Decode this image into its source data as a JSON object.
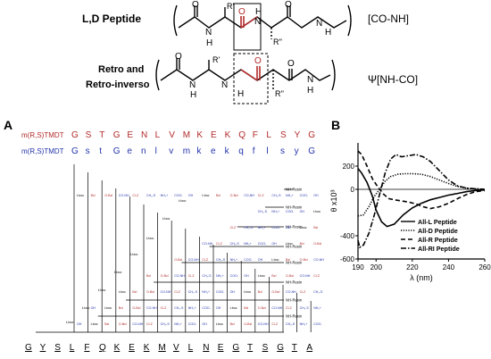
{
  "top": {
    "row1_label": "L,D Peptide",
    "row1_tag": "[CO-NH]",
    "row2_label_line1": "Retro and",
    "row2_label_line2": "Retro-inverso",
    "row2_tag": "Ψ[NH-CO]",
    "atoms": {
      "O": "O",
      "N": "N",
      "H": "H",
      "R1": "R'",
      "R2": "R''"
    }
  },
  "panelA": {
    "label": "A",
    "seq_top_prefix": "m(R,S)TMDT",
    "seq_top": [
      "G",
      "S",
      "T",
      "G",
      "E",
      "N",
      "L",
      "V",
      "M",
      "K",
      "E",
      "K",
      "Q",
      "F",
      "L",
      "S",
      "Y",
      "G"
    ],
    "seq_mid_prefix": "m(R,S)TMDT",
    "seq_mid": [
      "G",
      "s",
      "t",
      "G",
      "e",
      "n",
      "l",
      "v",
      "m",
      "k",
      "e",
      "k",
      "q",
      "f",
      "l",
      "s",
      "y",
      "G"
    ],
    "seq_bottom": [
      "G",
      "Y",
      "S",
      "L",
      "F",
      "Q",
      "K",
      "E",
      "K",
      "M",
      "V",
      "L",
      "N",
      "E",
      "G",
      "T",
      "S",
      "G",
      "T",
      "A"
    ],
    "resin_label": "NH-Resin",
    "chem_labels": [
      "t-boc",
      "Bzl",
      "O-Bzl",
      "CO-NH",
      "Cl-Z",
      "CH₂-S",
      "NH₂+",
      "COO-",
      "OH"
    ],
    "colors": {
      "red": "#b22a2a",
      "blue": "#2233aa",
      "brown": "#8a5a1a"
    }
  },
  "panelB": {
    "label": "B",
    "chart_data": {
      "type": "line",
      "xlabel": "λ (nm)",
      "ylabel": "θ x10³",
      "xlim": [
        190,
        260
      ],
      "ylim": [
        -600,
        400
      ],
      "xticks": [
        190,
        200,
        220,
        240,
        260
      ],
      "yticks": [
        -600,
        -400,
        0,
        200
      ],
      "legend_position": "inside-lower-right",
      "series": [
        {
          "name": "All-L Peptide",
          "style": "solid",
          "x": [
            190,
            192,
            195,
            198,
            200,
            203,
            206,
            210,
            215,
            220,
            225,
            230,
            235,
            240,
            245,
            250,
            255,
            260
          ],
          "y": [
            180,
            140,
            60,
            -60,
            -180,
            -280,
            -320,
            -300,
            -220,
            -160,
            -120,
            -90,
            -70,
            -50,
            -35,
            -20,
            -10,
            -5
          ]
        },
        {
          "name": "All-D Peptide",
          "style": "dotted",
          "x": [
            190,
            193,
            196,
            199,
            202,
            205,
            208,
            212,
            216,
            220,
            225,
            230,
            235,
            240,
            245,
            250,
            255,
            260
          ],
          "y": [
            -230,
            -220,
            -150,
            -60,
            0,
            70,
            110,
            130,
            135,
            135,
            130,
            110,
            80,
            50,
            25,
            10,
            5,
            0
          ]
        },
        {
          "name": "All-R Peptide",
          "style": "dashed",
          "x": [
            190,
            192,
            195,
            198,
            201,
            204,
            207,
            210,
            214,
            218,
            222,
            226,
            230,
            235,
            240,
            245,
            250,
            255,
            260
          ],
          "y": [
            330,
            300,
            200,
            90,
            20,
            -40,
            -80,
            -90,
            -100,
            -110,
            -125,
            -150,
            -165,
            -150,
            -120,
            -80,
            -45,
            -20,
            -10
          ]
        },
        {
          "name": "All-RI Peptide",
          "style": "dashdot",
          "x": [
            190,
            191,
            193,
            196,
            199,
            202,
            205,
            208,
            211,
            214,
            218,
            222,
            226,
            230,
            235,
            240,
            245,
            250,
            255,
            260
          ],
          "y": [
            -440,
            -500,
            -480,
            -380,
            -220,
            -40,
            140,
            260,
            300,
            280,
            290,
            300,
            280,
            240,
            160,
            80,
            30,
            10,
            5,
            0
          ]
        }
      ]
    }
  }
}
